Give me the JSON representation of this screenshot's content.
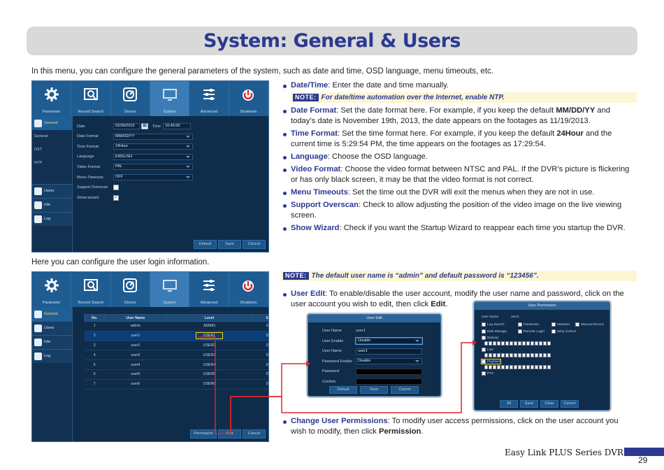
{
  "title": "System: General & Users",
  "intro": "In this menu, you can configure the general parameters of the system, such as date and time, OSD language, menu timeouts, etc.",
  "intro_users": "Here you can configure the user login information.",
  "tabs": [
    "Parameter",
    "Record Search",
    "Device",
    "System",
    "Advanced",
    "Shutdown"
  ],
  "general_screen": {
    "side": [
      "General",
      "General",
      "DST",
      "NTP",
      "Users",
      "Info",
      "Log"
    ],
    "fields": [
      {
        "key": "Date",
        "value": "02/06/2015",
        "extra_key": "Time",
        "extra_value": "16:45:06"
      },
      {
        "key": "Date Format",
        "value": "MM/DD/YY"
      },
      {
        "key": "Time Format",
        "value": "24Hour"
      },
      {
        "key": "Language",
        "value": "ENGLISH"
      },
      {
        "key": "Video Format",
        "value": "PAL"
      },
      {
        "key": "Menu Timeouts",
        "value": "OFF"
      },
      {
        "key": "Support Overscan",
        "value": ""
      },
      {
        "key": "Show wizard",
        "value": ""
      }
    ],
    "buttons": [
      "Default",
      "Save",
      "Cancel"
    ]
  },
  "users_screen": {
    "side": [
      "General",
      "Users",
      "Info",
      "Log"
    ],
    "headers": [
      "No.",
      "User Name",
      "Level",
      "Enable"
    ],
    "rows": [
      [
        "1",
        "admin",
        "ADMIN",
        "Enable"
      ],
      [
        "2",
        "user1",
        "USER1",
        "Disable"
      ],
      [
        "3",
        "user2",
        "USER2",
        "Disable"
      ],
      [
        "4",
        "user3",
        "USER3",
        "Disable"
      ],
      [
        "5",
        "user4",
        "USER4",
        "Disable"
      ],
      [
        "6",
        "user5",
        "USER5",
        "Disable"
      ],
      [
        "7",
        "user6",
        "USER6",
        "Disable"
      ]
    ],
    "buttons": [
      "Permission",
      "Edit",
      "Cancel"
    ]
  },
  "note_tag": "NOTE:",
  "note1": "For date/time automation over the Internet, enable NTP.",
  "note2": "The default user name is “admin” and default password is “123456”.",
  "bullets_top": [
    {
      "term": "Date/Time",
      "text": ": Enter the date and time manually."
    },
    {
      "term": "Date Format",
      "text": ": Set the date format here. For example, if you keep the default ",
      "bold": "MM/DD/YY",
      "rest": " and today’s date is November 19th, 2013, the date appears on the footages as 11/19/2013."
    },
    {
      "term": "Time Format",
      "text": ": Set the time format here. For example, if you keep the default ",
      "bold": "24Hour",
      "rest": " and the current time is 5:29:54 PM, the time appears on the footages as 17:29:54."
    },
    {
      "term": "Language",
      "text": ": Choose the OSD language."
    },
    {
      "term": "Video Format",
      "text": ": Choose the video format between NTSC and PAL. If the DVR’s picture is flickering or has only black screen, it may be that the video format is not correct."
    },
    {
      "term": "Menu Timeouts",
      "text": ": Set the time out the DVR will exit the menus when they are not in use."
    },
    {
      "term": "Support Overscan",
      "text": ": Check to allow adjusting the position of the video image on the live viewing screen."
    },
    {
      "term": "Show Wizard",
      "text": ": Check if you want the Startup Wizard to reappear each time you startup the DVR."
    }
  ],
  "bullet_user_edit": {
    "term": "User Edit",
    "text": ": To enable/disable the user account, modify the user name and password, click on the user account you wish to edit, then click ",
    "bold": "Edit",
    "rest": "."
  },
  "bullet_perm": {
    "term": "Change User Permissions",
    "text": ": To modify user access permissions, click on the user account you wish to modify, then click ",
    "bold": "Permission",
    "rest": "."
  },
  "user_edit": {
    "title": "User Edit",
    "fields": [
      {
        "key": "User Name",
        "value": "user1"
      },
      {
        "key": "User Enable",
        "value": "Disable"
      },
      {
        "key": "User Name",
        "value": "user1"
      },
      {
        "key": "Password Enable",
        "value": "Disable"
      },
      {
        "key": "Password",
        "value": ""
      },
      {
        "key": "Confirm",
        "value": ""
      }
    ],
    "buttons": [
      "Default",
      "Save",
      "Cancel"
    ]
  },
  "permission": {
    "title": "User Permission",
    "user_label": "User Name",
    "user_value": "user1",
    "checks": [
      "Log Search",
      "Parameter",
      "Maintain",
      "Manual Record",
      "Disk Manage",
      "Remote Login",
      "SEQ Control"
    ],
    "groups": [
      "Backup",
      "Live",
      "Playback",
      "PTZ"
    ],
    "buttons": [
      "All",
      "Save",
      "Clear",
      "Cancel"
    ]
  },
  "footer": "Easy Link PLUS Series DVR",
  "page": "29"
}
